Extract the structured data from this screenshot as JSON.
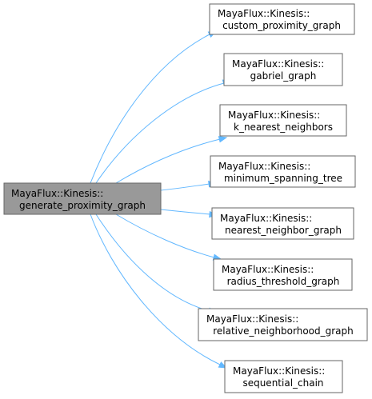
{
  "source": {
    "line1": "MayaFlux::Kinesis::",
    "line2": "generate_proximity_graph"
  },
  "targets": [
    {
      "line1": "MayaFlux::Kinesis::",
      "line2": "custom_proximity_graph"
    },
    {
      "line1": "MayaFlux::Kinesis::",
      "line2": "gabriel_graph"
    },
    {
      "line1": "MayaFlux::Kinesis::",
      "line2": "k_nearest_neighbors"
    },
    {
      "line1": "MayaFlux::Kinesis::",
      "line2": "minimum_spanning_tree"
    },
    {
      "line1": "MayaFlux::Kinesis::",
      "line2": "nearest_neighbor_graph"
    },
    {
      "line1": "MayaFlux::Kinesis::",
      "line2": "radius_threshold_graph"
    },
    {
      "line1": "MayaFlux::Kinesis::",
      "line2": "relative_neighborhood_graph"
    },
    {
      "line1": "MayaFlux::Kinesis::",
      "line2": "sequential_chain"
    }
  ],
  "colors": {
    "edge": "#63b8ff",
    "source_fill": "#999999",
    "border": "#666666"
  }
}
